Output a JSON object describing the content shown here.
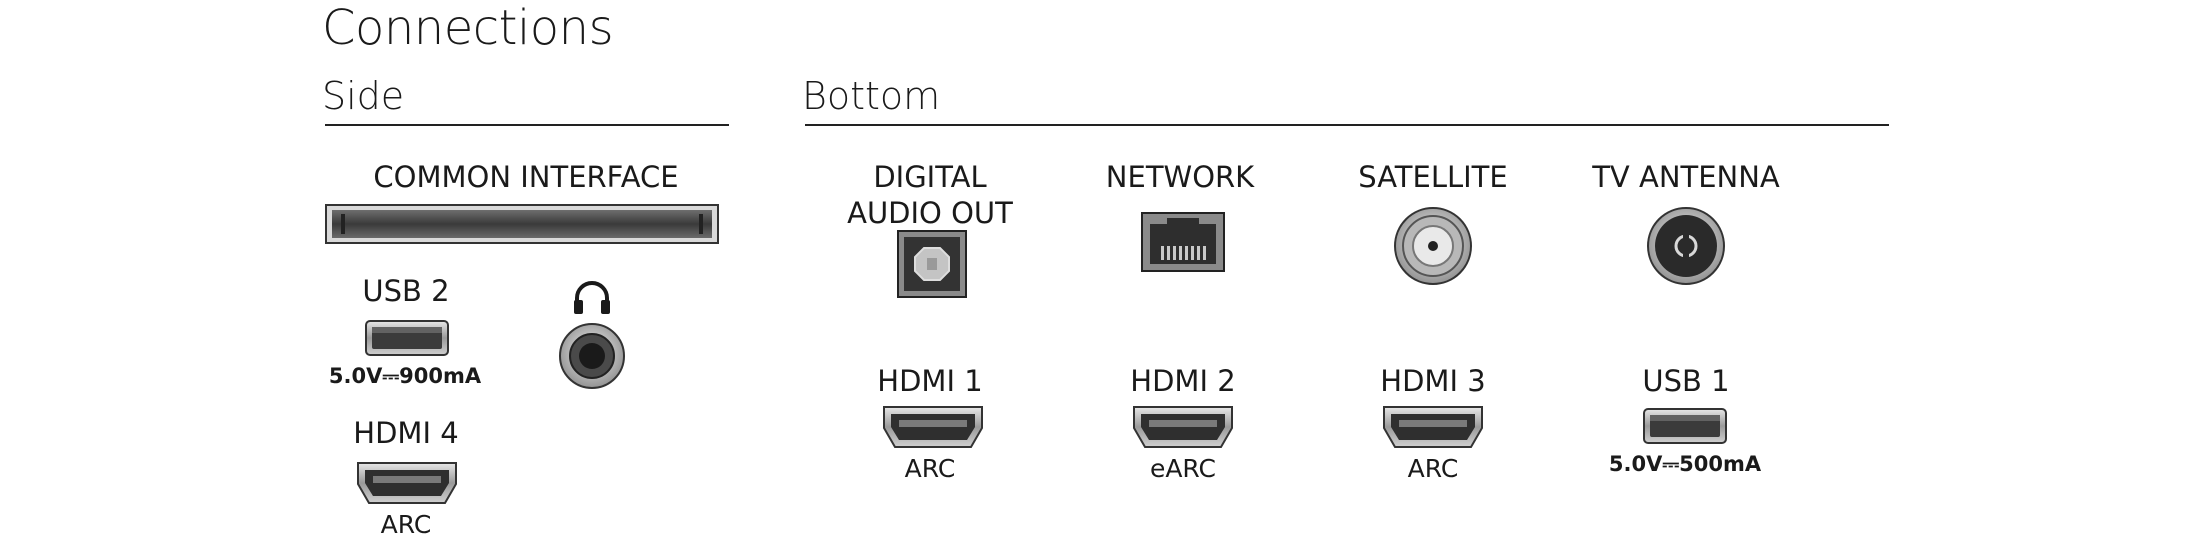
{
  "title": "Connections",
  "sections": {
    "side": "Side",
    "bottom": "Bottom"
  },
  "side": {
    "common_interface": "COMMON INTERFACE",
    "usb2": {
      "label": "USB 2",
      "spec": "5.0V⎓900mA"
    },
    "hdmi4": {
      "label": "HDMI 4",
      "sub": "ARC"
    },
    "headphone_icon": "headphone-icon"
  },
  "bottom": {
    "digital_audio_out": {
      "line1": "DIGITAL",
      "line2": "AUDIO OUT"
    },
    "network": "NETWORK",
    "satellite": "SATELLITE",
    "tv_antenna": "TV ANTENNA",
    "hdmi1": {
      "label": "HDMI 1",
      "sub": "ARC"
    },
    "hdmi2": {
      "label": "HDMI 2",
      "sub": "eARC"
    },
    "hdmi3": {
      "label": "HDMI 3",
      "sub": "ARC"
    },
    "usb1": {
      "label": "USB 1",
      "spec": "5.0V⎓500mA"
    }
  },
  "colors": {
    "port_dark": "#2b2b2b",
    "port_grey": "#8e8e8e",
    "port_light": "#d4d4d4"
  }
}
